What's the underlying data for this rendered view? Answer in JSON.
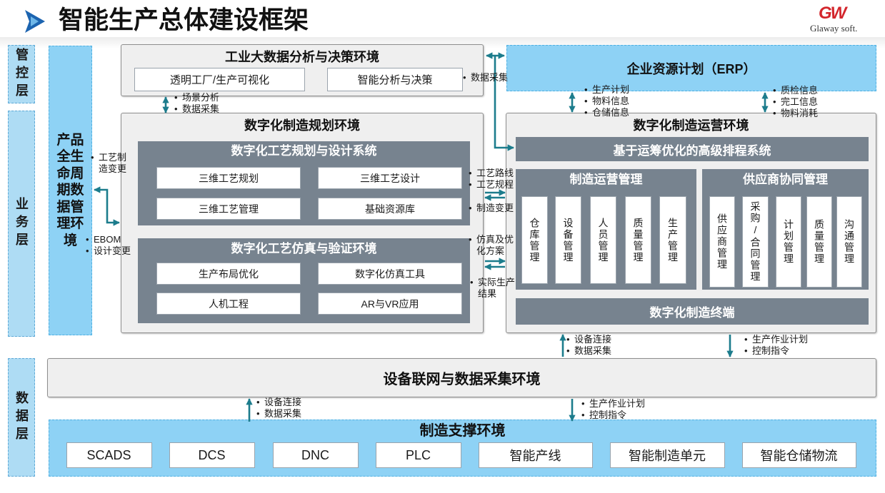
{
  "header": {
    "title": "智能生产总体建设框架",
    "logo_icon": "company-logo-icon",
    "brand_mark": "GW",
    "brand_name": "Glaway soft."
  },
  "layers": {
    "control": "管控层",
    "business": "业务层",
    "data": "数据层"
  },
  "plm": {
    "title": "产品全生命周期数据管理环境"
  },
  "analytics": {
    "title": "工业大数据分析与决策环境",
    "items": [
      "透明工厂/生产可视化",
      "智能分析与决策"
    ]
  },
  "erp": {
    "title": "企业资源计划（ERP）"
  },
  "planning": {
    "title": "数字化制造规划环境",
    "design": {
      "title": "数字化工艺规划与设计系统",
      "items": [
        "三维工艺规划",
        "三维工艺设计",
        "三维工艺管理",
        "基础资源库"
      ]
    },
    "simulation": {
      "title": "数字化工艺仿真与验证环境",
      "items": [
        "生产布局优化",
        "数字化仿真工具",
        "人机工程",
        "AR与VR应用"
      ]
    }
  },
  "operations": {
    "title": "数字化制造运营环境",
    "aps": "基于运筹优化的高级排程系统",
    "mom": {
      "title": "制造运营管理",
      "items": [
        "仓库管理",
        "设备管理",
        "人员管理",
        "质量管理",
        "生产管理"
      ]
    },
    "srm": {
      "title": "供应商协同管理",
      "items": [
        "供应商管理",
        "采购/合同管理",
        "计划管理",
        "质量管理",
        "沟通管理"
      ]
    },
    "terminal": "数字化制造终端"
  },
  "iot": {
    "title": "设备联网与数据采集环境"
  },
  "support": {
    "title": "制造支撑环境",
    "items": [
      "SCADS",
      "DCS",
      "DNC",
      "PLC",
      "智能产线",
      "智能制造单元",
      "智能仓储物流"
    ]
  },
  "flows": {
    "analytics_planning": [
      "场景分析",
      "数据采集"
    ],
    "analytics_aps": [
      "数据采集"
    ],
    "erp_ops_left": [
      "生产计划",
      "物料信息",
      "仓储信息"
    ],
    "erp_ops_right": [
      "质检信息",
      "完工信息",
      "物料消耗"
    ],
    "plm_planning_top": [
      "工艺制造变更"
    ],
    "plm_planning_bottom": [
      "EBOM",
      "设计变更"
    ],
    "planning_ops_route": [
      "工艺路线",
      "工艺规程"
    ],
    "planning_ops_change": [
      "制造变更"
    ],
    "planning_ops_simulation": [
      "仿真及优化方案"
    ],
    "ops_planning_result": [
      "实际生产结果"
    ],
    "iot_ops_up": [
      "设备连接",
      "数据采集"
    ],
    "ops_iot_down": [
      "生产作业计划",
      "控制指令"
    ],
    "support_iot_up": [
      "设备连接",
      "数据采集"
    ],
    "iot_support_down": [
      "生产作业计划",
      "控制指令"
    ]
  },
  "colors": {
    "accent_blue": "#8ed2f5",
    "panel_dark": "#77838f",
    "panel_light": "#efefef",
    "arrow": "#1c7c8c",
    "brand_red": "#d3262c"
  }
}
